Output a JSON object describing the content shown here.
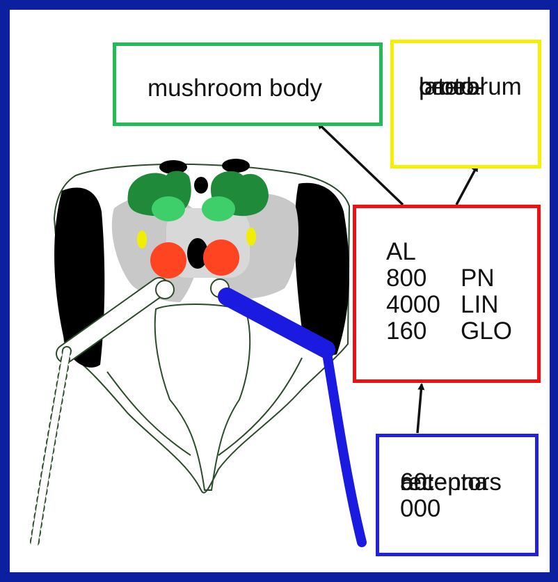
{
  "labels": {
    "mushroom_body": "mushroom body",
    "lateral": [
      "lateral",
      "proto-",
      "cerebrum"
    ],
    "al": {
      "title": "AL",
      "rows": [
        {
          "num": "800",
          "abbr": "PN"
        },
        {
          "num": "4000",
          "abbr": "LIN"
        },
        {
          "num": "160",
          "abbr": "GLO"
        }
      ]
    },
    "antenna": [
      "antenna",
      "60 000",
      "receptors"
    ]
  },
  "colors": {
    "background": "#0b1fa0",
    "mushroom_body": "#22bb55",
    "lateral_protocerebrum": "#f5f000",
    "antennal_lobe": "#ee1111",
    "antenna": "#2222dd"
  }
}
